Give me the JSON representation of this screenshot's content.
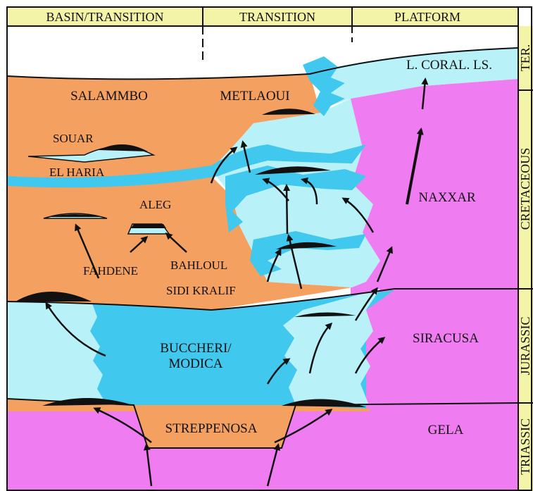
{
  "header": {
    "columns": [
      "BASIN/TRANSITION",
      "TRANSITION",
      "PLATFORM"
    ]
  },
  "ages": [
    "TER.",
    "CRETACEOUS",
    "JURASSIC",
    "TRIASSIC"
  ],
  "units": {
    "salammbo": "SALAMMBO",
    "metlaoui": "METLAOUI",
    "coral": "L. CORAL. LS.",
    "souar": "SOUAR",
    "el_haria": "EL HARIA",
    "aleg": "ALEG",
    "naxxar": "NAXXAR",
    "fahdene": "FAHDENE",
    "bahloul": "BAHLOUL",
    "sidi_kralif": "SIDI KRALIF",
    "buccheri_1": "BUCCHERI/",
    "buccheri_2": "MODICA",
    "siracusa": "SIRACUSA",
    "streppenosa": "STREPPENOSA",
    "gela": "GELA"
  },
  "colors": {
    "orange": "#F4A060",
    "cyan": "#40C8EE",
    "pale_cyan": "#B8F2F8",
    "magenta": "#F07CF2",
    "black": "#111111"
  }
}
